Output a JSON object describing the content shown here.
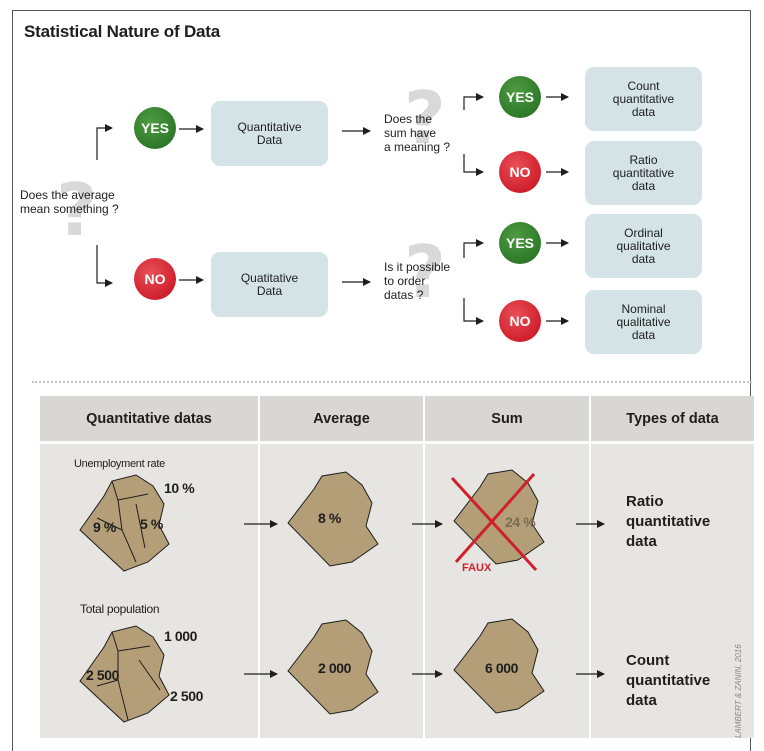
{
  "title": "Statistical Nature of Data",
  "question_main": [
    "Does the average",
    "mean something ?"
  ],
  "question_sum": [
    "Does the",
    "sum have",
    "a meaning ?"
  ],
  "question_order": [
    "Is it possible",
    "to order",
    "datas ?"
  ],
  "yes": "YES",
  "no": "NO",
  "quantitative_box": [
    "Quantitative",
    "Data"
  ],
  "qualitative_box": [
    "Quatitative",
    "Data"
  ],
  "results": {
    "count_quant": [
      "Count",
      "quantitative",
      "data"
    ],
    "ratio_quant": [
      "Ratio",
      "quantitative",
      "data"
    ],
    "ordinal_qual": [
      "Ordinal",
      "qualitative",
      "data"
    ],
    "nominal_qual": [
      "Nominal",
      "qualitative",
      "data"
    ]
  },
  "table": {
    "headers": [
      "Quantitative datas",
      "Average",
      "Sum",
      "Types of data"
    ],
    "row1": {
      "label": "Unemployment rate",
      "regions": [
        "10 %",
        "9 %",
        "5 %"
      ],
      "average": "8 %",
      "sum": "24 %",
      "sum_mark": "FAUX",
      "type": [
        "Ratio",
        "quantitative",
        "data"
      ]
    },
    "row2": {
      "label": "Total population",
      "regions": [
        "1 000",
        "2 500",
        "2 500"
      ],
      "average": "2 000",
      "sum": "6 000",
      "type": [
        "Count",
        "quantitative",
        "data"
      ]
    }
  },
  "credit": "LAMBERT & ZANIN, 2016",
  "colors": {
    "yes": "#2e7a2a",
    "no": "#d0202c",
    "box": "#d4e3e6",
    "map_fill": "#b39e78",
    "table_bg": "#e6e5e2",
    "cross": "#d0202c"
  }
}
